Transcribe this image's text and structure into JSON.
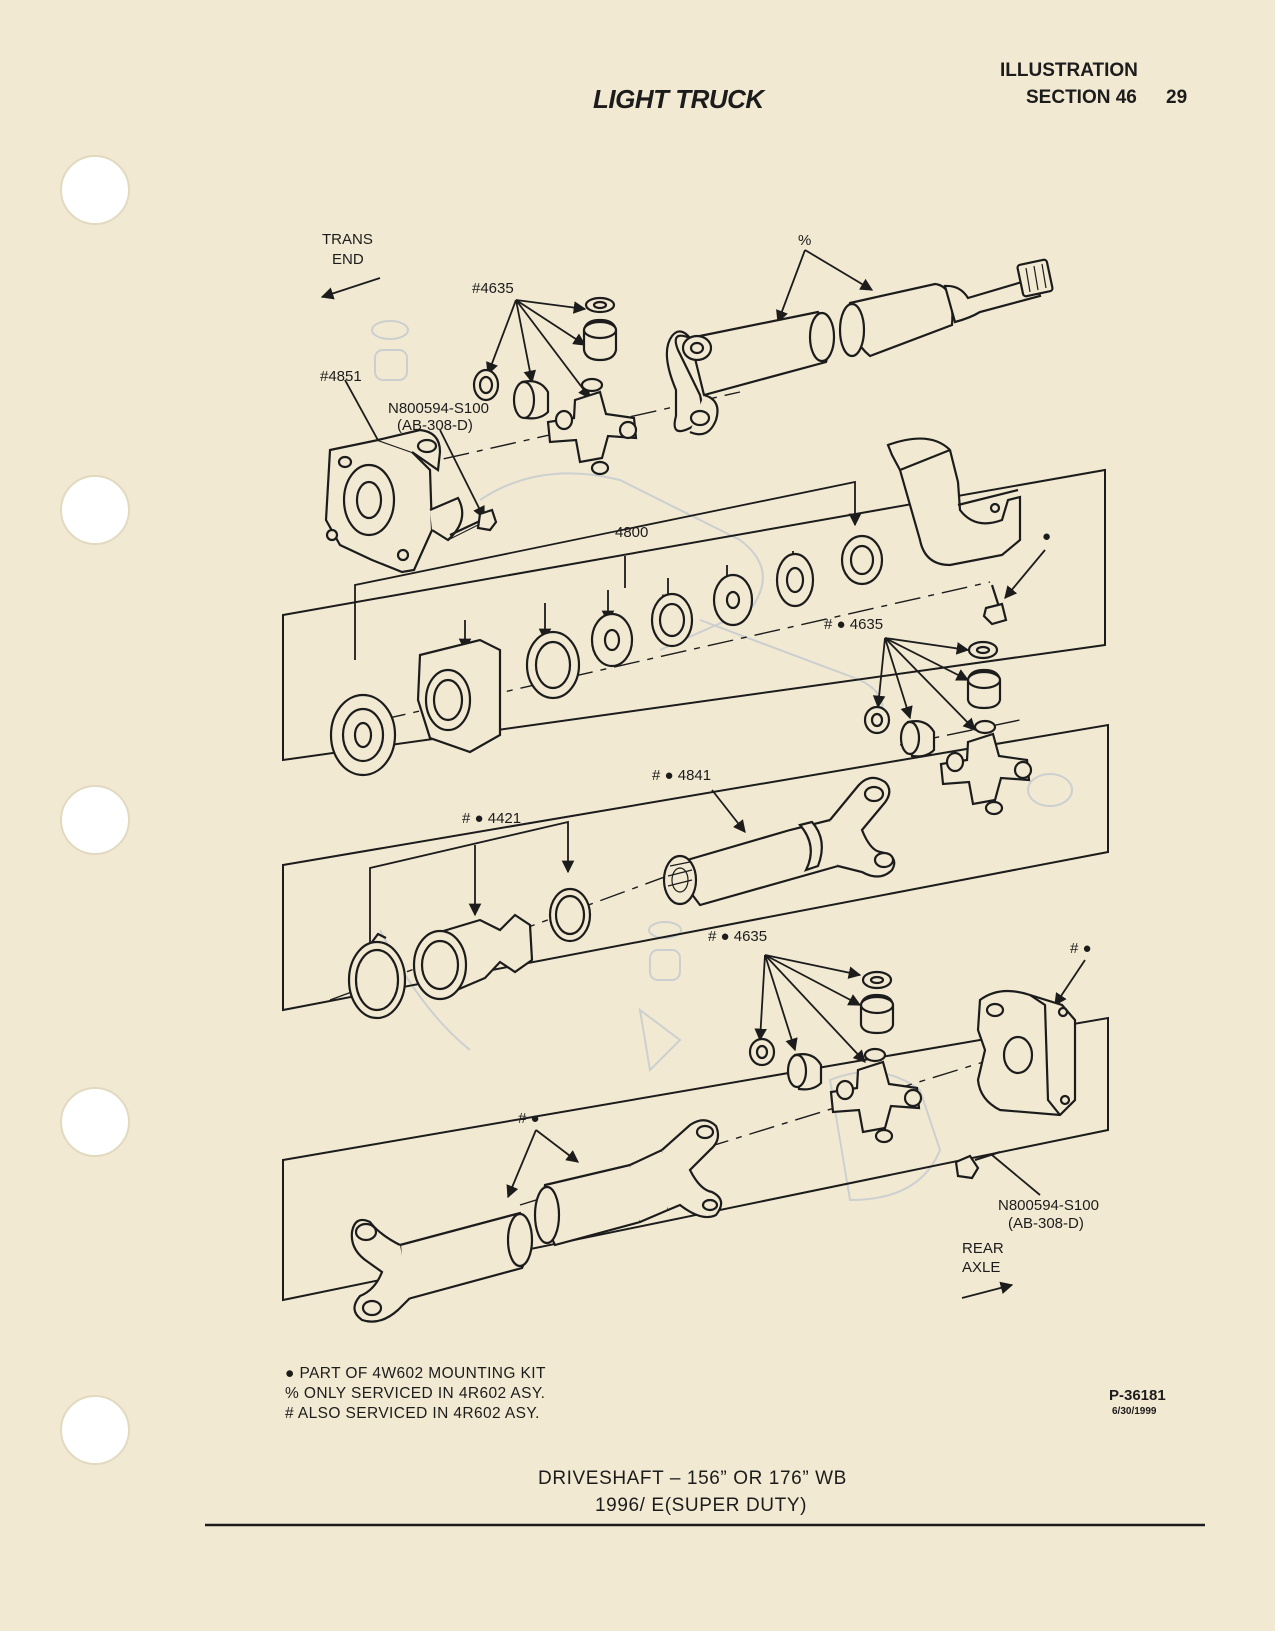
{
  "header": {
    "title": "LIGHT TRUCK",
    "illustration_label": "ILLUSTRATION",
    "section_label": "SECTION 46",
    "page_number": "29"
  },
  "diagram": {
    "trans_end": [
      "TRANS",
      "END"
    ],
    "rear_axle": [
      "REAR",
      "AXLE"
    ],
    "labels": {
      "pct": "%",
      "p4635_top": "#4635",
      "p4851": "#4851",
      "bolt_top": [
        "N800594-S100",
        "(AB-308-D)"
      ],
      "p4800": "4800",
      "p4635_mid": "# ● 4635",
      "p4841": "# ● 4841",
      "p4421": "# ● 4421",
      "p4635_low": "# ● 4635",
      "flange_rear": "# ●",
      "shaft_rear": "# ●",
      "dot": "●",
      "bolt_bottom": [
        "N800594-S100",
        "(AB-308-D)"
      ]
    }
  },
  "legend": [
    "● PART OF 4W602 MOUNTING KIT",
    "% ONLY SERVICED IN 4R602 ASY.",
    "# ALSO SERVICED IN 4R602 ASY."
  ],
  "figure_number": "P-36181",
  "figure_date": "6/30/1999",
  "caption": {
    "line1": "DRIVESHAFT – 156” OR 176” WB",
    "line2": "1996/ E(SUPER DUTY)"
  },
  "colors": {
    "paper": "#f1e9d2",
    "ink": "#1c1c1c",
    "hole": "#ffffff",
    "bleed": "#c4c9cf"
  }
}
